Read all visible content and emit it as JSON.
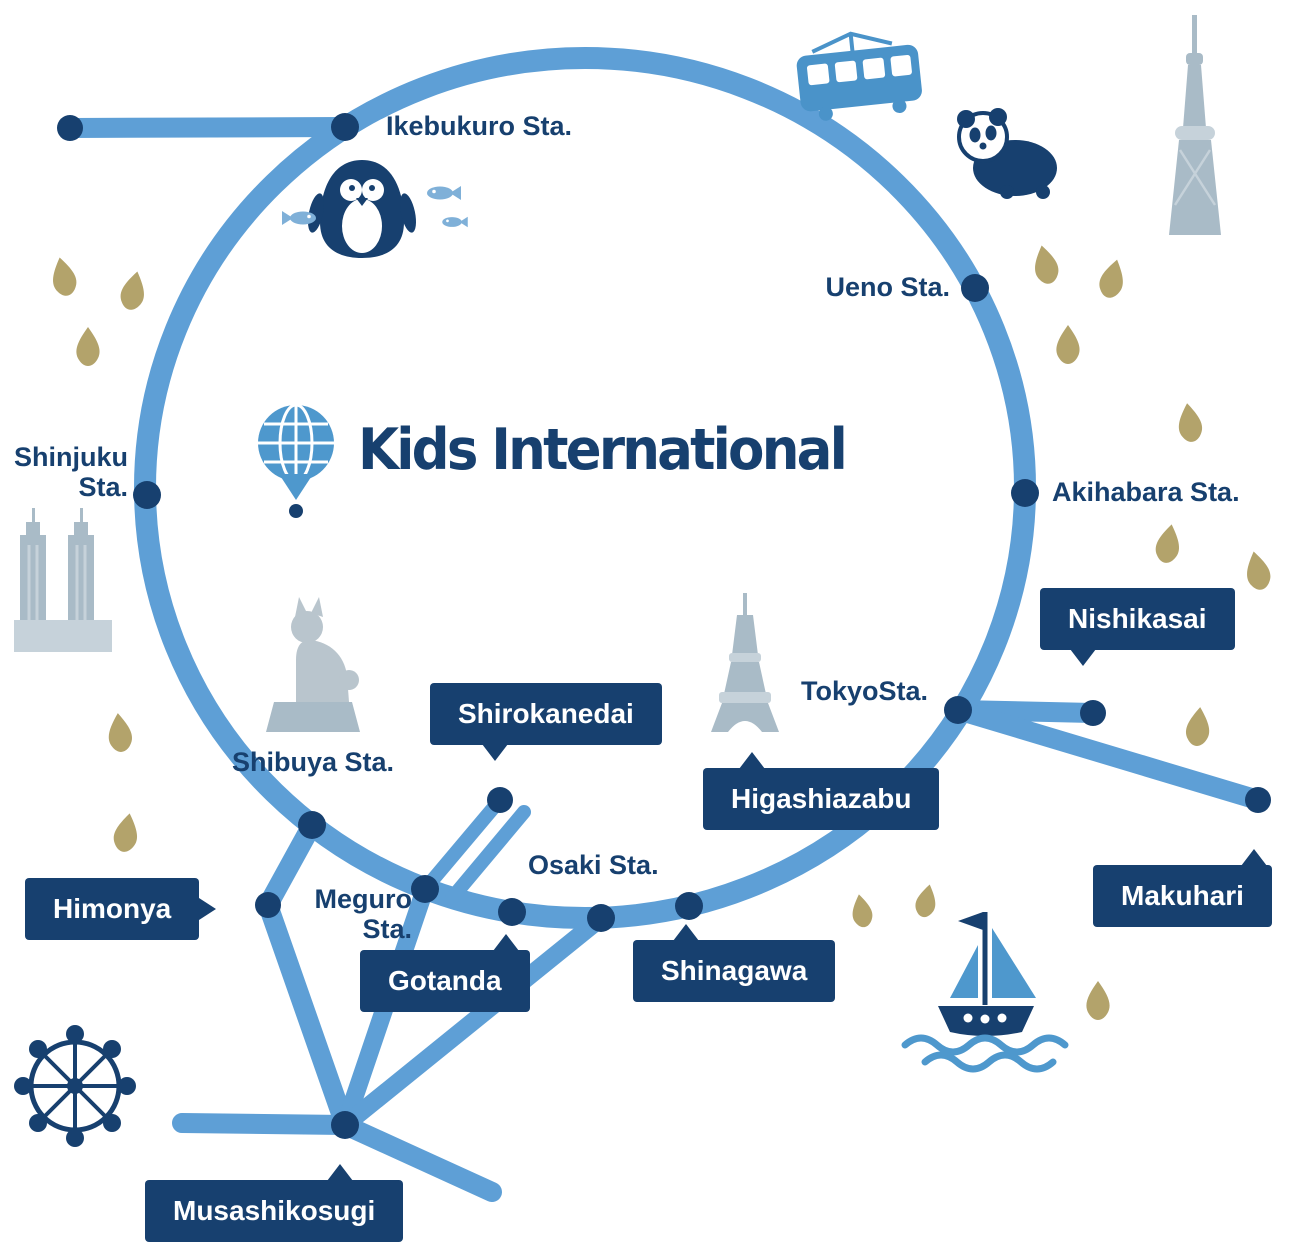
{
  "brand": {
    "name": "Kids International"
  },
  "stations": {
    "ikebukuro": "Ikebukuro Sta.",
    "ueno": "Ueno Sta.",
    "akihabara": "Akihabara Sta.",
    "tokyo": "TokyoSta.",
    "shinjuku": "Shinjuku Sta.",
    "shibuya": "Shibuya Sta.",
    "osaki": "Osaki Sta.",
    "meguro": "Meguro Sta."
  },
  "schools": {
    "nishikasai": "Nishikasai",
    "shirokanedai": "Shirokanedai",
    "higashiazabu": "Higashiazabu",
    "himonya": "Himonya",
    "gotanda": "Gotanda",
    "shinagawa": "Shinagawa",
    "makuhari": "Makuhari",
    "musashikosugi": "Musashikosugi"
  },
  "icons": {
    "logo": "globe-balloon-logo-icon",
    "decorations": [
      "train-icon",
      "panda-icon",
      "skytree-icon",
      "penguin-icon",
      "fish-icon",
      "leaf-icon",
      "metropolitan-building-icon",
      "hachiko-statue-icon",
      "tokyo-tower-icon",
      "sailboat-icon",
      "ferris-wheel-icon"
    ]
  },
  "colors": {
    "navy": "#17406f",
    "rail_blue": "#5e9fd6",
    "icon_blue": "#4a93c9",
    "light_blue": "#7fb0d8",
    "landmark_gray": "#a9bbc7",
    "landmark_gray_light": "#c6d2da",
    "leaf_olive": "#b3a36b"
  }
}
